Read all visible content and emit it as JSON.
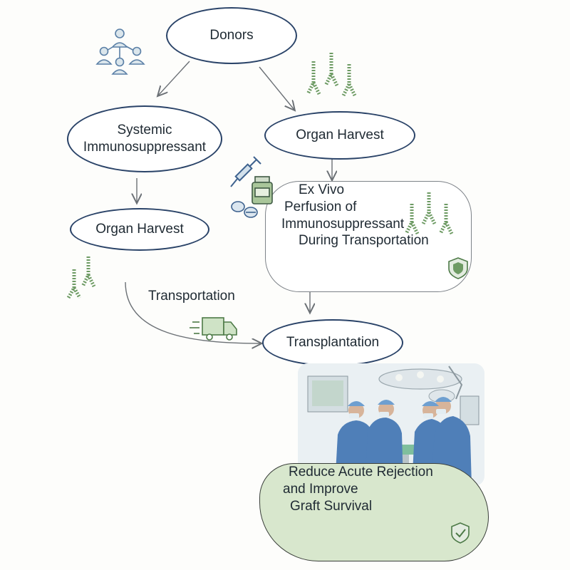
{
  "nodes": {
    "donors": "Donors",
    "systemic_line1": "Systemic",
    "systemic_line2": "Immunosuppressant",
    "harvest_right": "Organ Harvest",
    "harvest_left": "Organ Harvest",
    "exvivo_line1": "Ex Vivo",
    "exvivo_line2": "Perfusion of",
    "exvivo_line3": "Immunosuppressant",
    "exvivo_line4": "During Transportation",
    "transplantation": "Transplantation",
    "outcome_line1": "Reduce Acute Rejection",
    "outcome_line2": "and Improve",
    "outcome_line3": "Graft Survival"
  },
  "edge_labels": {
    "transportation": "Transportation"
  },
  "icons": {
    "donor_group": "people-network-icon",
    "airways": "trachea-lung-icon",
    "syringe": "syringe-icon",
    "medicine": "medicine-vial-icon",
    "pills": "pills-icon",
    "truck": "delivery-truck-icon",
    "shield": "shield-icon",
    "surgery_scene": "operating-room-illustration"
  },
  "colors": {
    "node_border": "#2a4368",
    "arrow": "#6b7075",
    "icon_green": "#6e9b64",
    "icon_blue": "#5a7fa6",
    "outcome_fill": "#d8e7cd"
  }
}
